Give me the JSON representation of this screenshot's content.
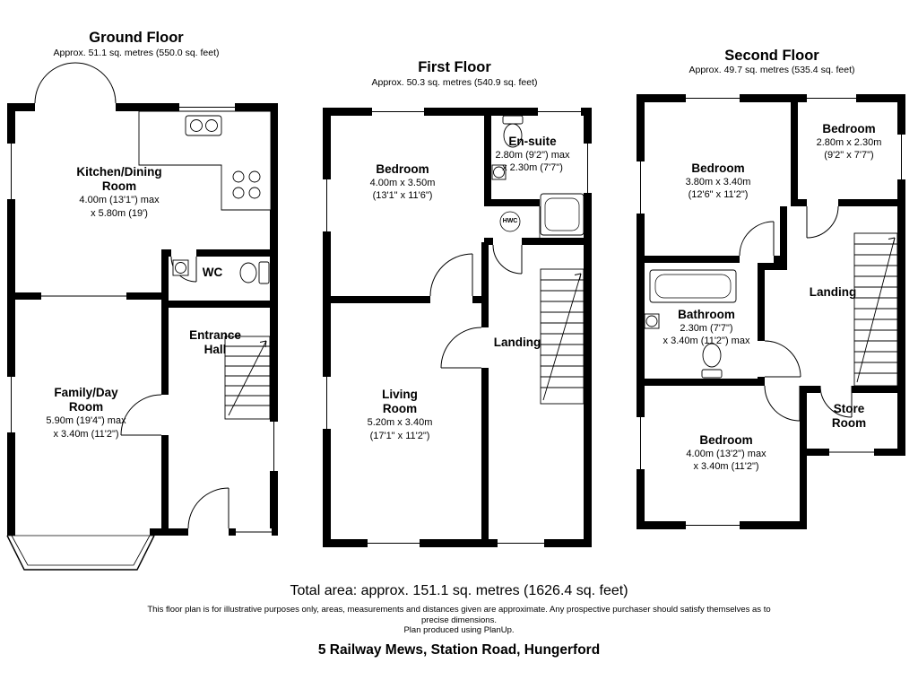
{
  "floors": {
    "ground": {
      "title": "Ground Floor",
      "area": "Approx. 51.1 sq. metres (550.0 sq. feet)",
      "rooms": {
        "kitchen": {
          "line1": "Kitchen/Dining",
          "line2": "Room",
          "dim1": "4.00m (13'1\") max",
          "dim2": "x 5.80m (19')"
        },
        "wc": {
          "name": "WC"
        },
        "entrance": {
          "line1": "Entrance",
          "line2": "Hall"
        },
        "family": {
          "line1": "Family/Day",
          "line2": "Room",
          "dim1": "5.90m (19'4\") max",
          "dim2": "x 3.40m (11'2\")"
        }
      }
    },
    "first": {
      "title": "First Floor",
      "area": "Approx. 50.3 sq. metres (540.9 sq. feet)",
      "rooms": {
        "bedroom": {
          "name": "Bedroom",
          "dim1": "4.00m x 3.50m",
          "dim2": "(13'1\" x 11'6\")"
        },
        "ensuite": {
          "name": "En-suite",
          "dim1": "2.80m (9'2\") max",
          "dim2": "x 2.30m (7'7\")"
        },
        "hwc": {
          "name": "HWC"
        },
        "landing": {
          "name": "Landing"
        },
        "living": {
          "line1": "Living",
          "line2": "Room",
          "dim1": "5.20m x 3.40m",
          "dim2": "(17'1\" x 11'2\")"
        }
      }
    },
    "second": {
      "title": "Second Floor",
      "area": "Approx. 49.7 sq. metres (535.4 sq. feet)",
      "rooms": {
        "bedroom1": {
          "name": "Bedroom",
          "dim1": "3.80m x 3.40m",
          "dim2": "(12'6\" x 11'2\")"
        },
        "bedroom2": {
          "name": "Bedroom",
          "dim1": "2.80m x 2.30m",
          "dim2": "(9'2\" x 7'7\")"
        },
        "bathroom": {
          "name": "Bathroom",
          "dim1": "2.30m (7'7\")",
          "dim2": "x 3.40m (11'2\") max"
        },
        "landing": {
          "name": "Landing"
        },
        "bedroom3": {
          "name": "Bedroom",
          "dim1": "4.00m (13'2\") max",
          "dim2": "x 3.40m (11'2\")"
        },
        "store": {
          "line1": "Store",
          "line2": "Room"
        }
      }
    }
  },
  "footer": {
    "total_area": "Total area: approx. 151.1 sq. metres (1626.4 sq. feet)",
    "disclaimer": "This floor plan is for illustrative purposes only, areas, measurements and distances given are approximate. Any prospective purchaser should satisfy themselves as to precise dimensions.",
    "producer": "Plan produced using PlanUp.",
    "address": "5 Railway Mews, Station Road, Hungerford"
  }
}
